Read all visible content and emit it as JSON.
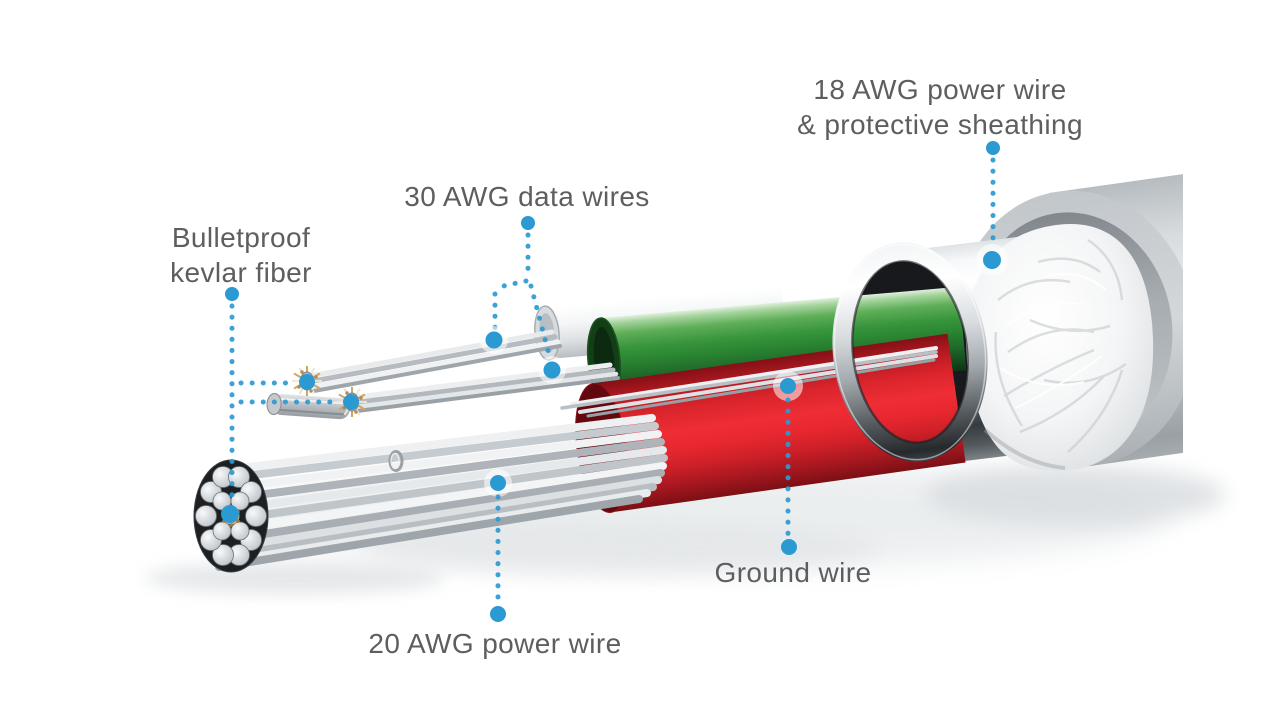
{
  "figure": {
    "type": "cable-cutaway-diagram",
    "description": "Cutaway illustration of a charging cable showing internal construction layers"
  },
  "colors": {
    "background": "#FFFFFF",
    "label_text": "#5D5E60",
    "leader_blue": "#2B9AD2",
    "wire_green": "#2F8A33",
    "wire_red": "#E8262E",
    "wire_white": "#F2F4F5",
    "jacket_gray": "#C6CBCE",
    "sheath_white": "#F4F5F6",
    "shield_chrome": "#C9CDD0",
    "kevlar_tan": "#D2AA72",
    "strand_silver": "#D9DCDE"
  },
  "labels": {
    "power18": {
      "line1": "18 AWG power wire",
      "line2": "& protective sheathing"
    },
    "data30": {
      "text": "30 AWG data wires"
    },
    "kevlar": {
      "line1": "Bulletproof",
      "line2": "kevlar fiber"
    },
    "power20": {
      "text": "20 AWG power wire"
    },
    "ground": {
      "text": "Ground wire"
    }
  },
  "parts": [
    {
      "name": "outer-jacket",
      "color": "#C6CBCE"
    },
    {
      "name": "protective-sheathing",
      "color": "#F4F5F6"
    },
    {
      "name": "metal-shield-ring",
      "color": "#C9CDD0"
    },
    {
      "name": "white-data-wire",
      "color": "#F2F4F5"
    },
    {
      "name": "green-data-wire",
      "color": "#2F8A33"
    },
    {
      "name": "red-power-wire",
      "color": "#E8262E"
    },
    {
      "name": "ground-wire-strands",
      "color": "#D9DCDE"
    },
    {
      "name": "data-wire-bundle-a",
      "color": "#D9DCDE"
    },
    {
      "name": "data-wire-bundle-b",
      "color": "#D9DCDE"
    },
    {
      "name": "power-wire-bundle-20awg",
      "color": "#D9DCDE"
    },
    {
      "name": "kevlar-fiber-core",
      "color": "#D2AA72"
    }
  ]
}
